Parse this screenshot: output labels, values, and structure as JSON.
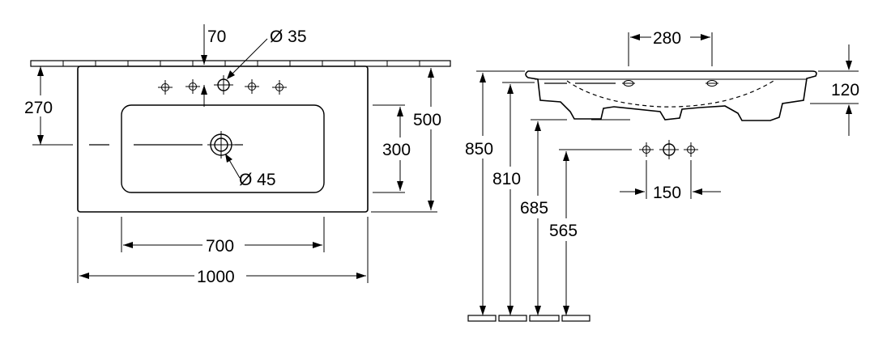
{
  "top_view": {
    "dim_tap_offset": "70",
    "dim_tap_hole": "Ø 35",
    "dim_depth_to_drain": "270",
    "dim_total_depth": "500",
    "dim_bowl_depth": "300",
    "dim_drain_hole": "Ø 45",
    "dim_bowl_width": "700",
    "dim_total_width": "1000"
  },
  "side_view": {
    "dim_drain_spacing": "280",
    "dim_basin_height": "120",
    "dim_height_850": "850",
    "dim_height_810": "810",
    "dim_height_685": "685",
    "dim_height_565": "565",
    "dim_tap_spacing": "150"
  }
}
